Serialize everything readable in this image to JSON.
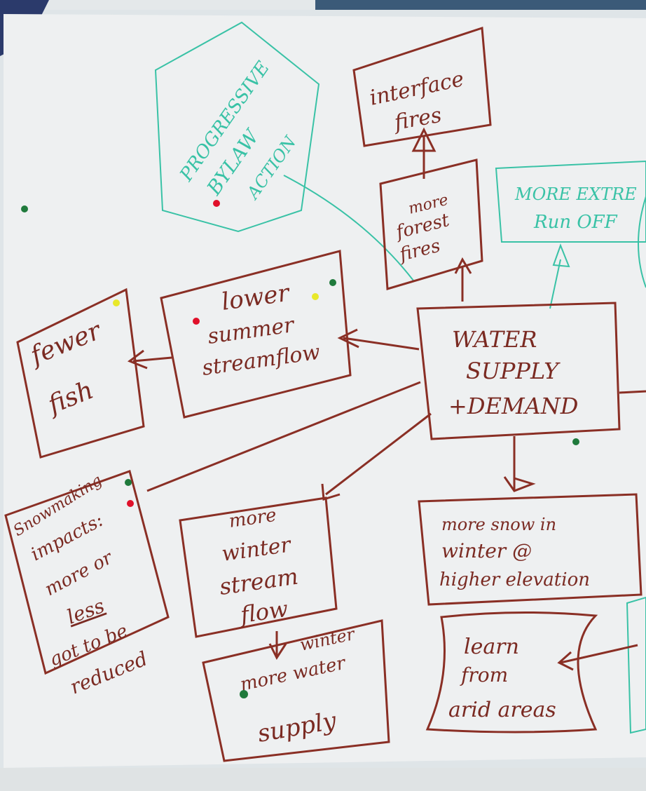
{
  "colors": {
    "marker_brown": "#8a2f25",
    "marker_teal": "#39c2a6",
    "paper": "#eef0f1",
    "dot_red": "#e0102a",
    "dot_yellow": "#e8e82a",
    "dot_green": "#1f7a3c"
  },
  "notes": {
    "interface_fires": [
      "interface",
      "fires"
    ],
    "forest_fires": [
      "more",
      "forest",
      "fires"
    ],
    "progressive": [
      "PROGRESSIVE",
      "BYLAW",
      "ACTION"
    ],
    "runoff": [
      "MORE EXTRE",
      "Run OFF"
    ],
    "water": [
      "WATER",
      "SUPPLY",
      "+DEMAND"
    ],
    "streamflow": [
      "lower",
      "summer",
      "streamflow"
    ],
    "fish": [
      "fewer",
      "fish"
    ],
    "snowmaking": [
      "Snowmaking",
      "impacts:",
      "more or",
      "less",
      "got to be",
      "reduced"
    ],
    "winter_flow": [
      "more",
      "winter",
      "stream",
      "flow"
    ],
    "winter_supply": [
      "winter",
      "more water",
      "supply"
    ],
    "snow": [
      "more snow in",
      "winter @",
      "higher elevation"
    ],
    "learn": [
      "learn",
      "from",
      "arid areas"
    ]
  }
}
